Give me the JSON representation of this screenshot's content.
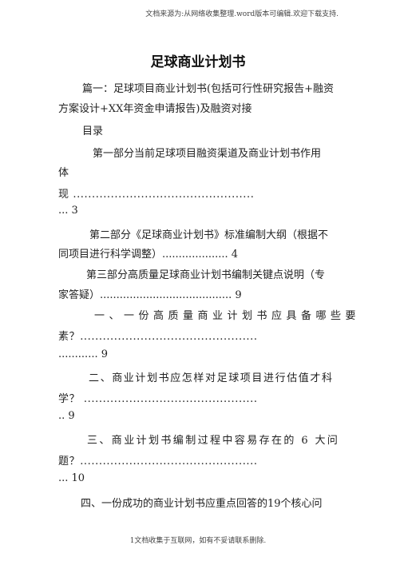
{
  "header_note": "文档来源为:从网络收集整理.word版本可编辑.欢迎下载支持.",
  "title": "足球商业计划书",
  "paragraphs": [
    {
      "line1": "篇一：足球项目商业计划书(包括可行性研究报告+融资",
      "line2": "方案设计+XX年资金申请报告)及融资对接"
    },
    {
      "line1": "目录"
    }
  ],
  "toc": [
    {
      "l1": "第一部分当前足球项目融资渠道及商业计划书作用",
      "l2": "体",
      "l3": "现 ................................................",
      "l4": "... 3"
    },
    {
      "l1": "第二部分《足球商业计划书》标准编制大纲（根据不",
      "l2": "同项目进行科学调整）.................... 4"
    },
    {
      "l1": "第三部分高质量足球商业计划书编制关键点说明（专",
      "l2": "家答疑）........................................ 9"
    },
    {
      "l1": "一、一份高质量商业计划书应具备哪些要",
      "l2": "素？...............................................",
      "l3": "............ 9"
    },
    {
      "l1": "二、商业计划书应怎样对足球项目进行估值才科",
      "l2": "学？ ..............................................",
      "l3": ".. 9"
    },
    {
      "l1": "三、商业计划书编制过程中容易存在的 6 大问",
      "l2": "题？...............................................",
      "l3": "... 10"
    },
    {
      "l1": "四、一份成功的商业计划书应重点回答的19个核心问"
    }
  ],
  "footer_note": "1文档收集于互联网，如有不妥请联系删除."
}
